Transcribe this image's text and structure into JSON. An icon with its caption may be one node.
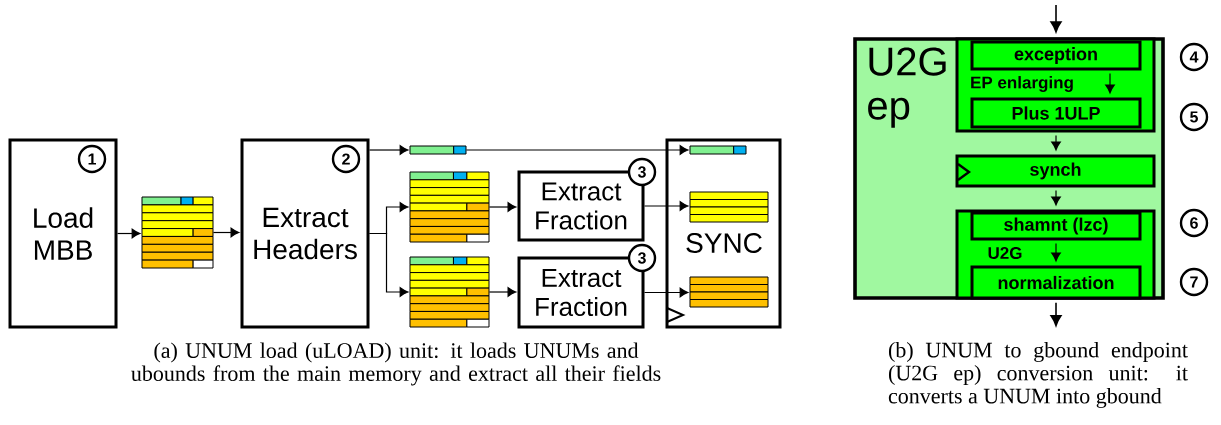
{
  "diagram": {
    "nodes": [
      {
        "text": [
          "Load MBB"
        ]
      },
      {
        "text": [
          "1"
        ],
        "in": 0
      },
      {
        "text": [],
        "shape": "box"
      },
      {
        "text": [
          "Extract Headers"
        ]
      },
      {
        "text": [
          "2"
        ],
        "in": 3
      },
      {
        "text": [],
        "shape": "bar"
      },
      {
        "text": [],
        "shape": "box"
      },
      {
        "text": [],
        "shape": "box"
      },
      {
        "text": [
          "Extract Fraction"
        ]
      },
      {
        "text": [
          "3"
        ]
      },
      {
        "text": [
          "Extract Fraction"
        ]
      },
      {
        "text": [
          "3"
        ]
      },
      {
        "text": [
          "SYNC"
        ]
      },
      {
        "text": [],
        "shape": "bar",
        "in": 12
      },
      {
        "text": [],
        "shape": "box",
        "in": 12
      },
      {
        "text": [],
        "shape": "box",
        "in": 12
      },
      {
        "text": [
          "U2G ep"
        ]
      },
      {
        "text": [
          "EP enlarging"
        ],
        "in": 16
      },
      {
        "text": [
          "exception"
        ],
        "in": 17
      },
      {
        "text": [
          "Plus 1ULP"
        ],
        "in": 17
      },
      {
        "text": [
          "synch"
        ],
        "in": 16
      },
      {
        "text": [
          "U2G"
        ],
        "in": 16
      },
      {
        "text": [
          "shamnt (lzc)"
        ],
        "in": 21
      },
      {
        "text": [
          "normalization"
        ],
        "in": 21
      },
      {
        "text": [
          "4"
        ]
      },
      {
        "text": [
          "5"
        ]
      },
      {
        "text": [
          "6"
        ]
      },
      {
        "text": [
          "7"
        ]
      }
    ],
    "edges": [
      {
        "from": 0,
        "to": 2,
        "arrow": "to"
      },
      {
        "from": 2,
        "to": 3,
        "arrow": "to"
      },
      {
        "from": 3,
        "to": 5,
        "arrow": "to"
      },
      {
        "from": 3,
        "to": 6,
        "arrow": "to"
      },
      {
        "from": 3,
        "to": 7,
        "arrow": "to"
      },
      {
        "from": 5,
        "to": 13,
        "arrow": "to"
      },
      {
        "from": 6,
        "to": 8,
        "arrow": "to"
      },
      {
        "from": 7,
        "to": 10,
        "arrow": "to"
      },
      {
        "from": 8,
        "to": 14,
        "arrow": "to"
      },
      {
        "from": 10,
        "to": 15,
        "arrow": "to"
      },
      {
        "from": null,
        "to": 16,
        "arrow": "to"
      },
      {
        "from": 18,
        "to": 19,
        "arrow": "to"
      },
      {
        "from": 17,
        "to": 20,
        "arrow": "to"
      },
      {
        "from": 20,
        "to": 21,
        "arrow": "to"
      },
      {
        "from": 22,
        "to": 23,
        "arrow": "to"
      },
      {
        "from": 16,
        "to": null,
        "arrow": "to"
      }
    ],
    "labels": [
      "(a) UNUM load (uLOAD) unit: it loads UNUMs and ubounds from the main memory and extract all their fields",
      "(b) UNUM to gbound endpoint (U2G ep) conversion unit: it converts a UNUM into gbound"
    ]
  }
}
